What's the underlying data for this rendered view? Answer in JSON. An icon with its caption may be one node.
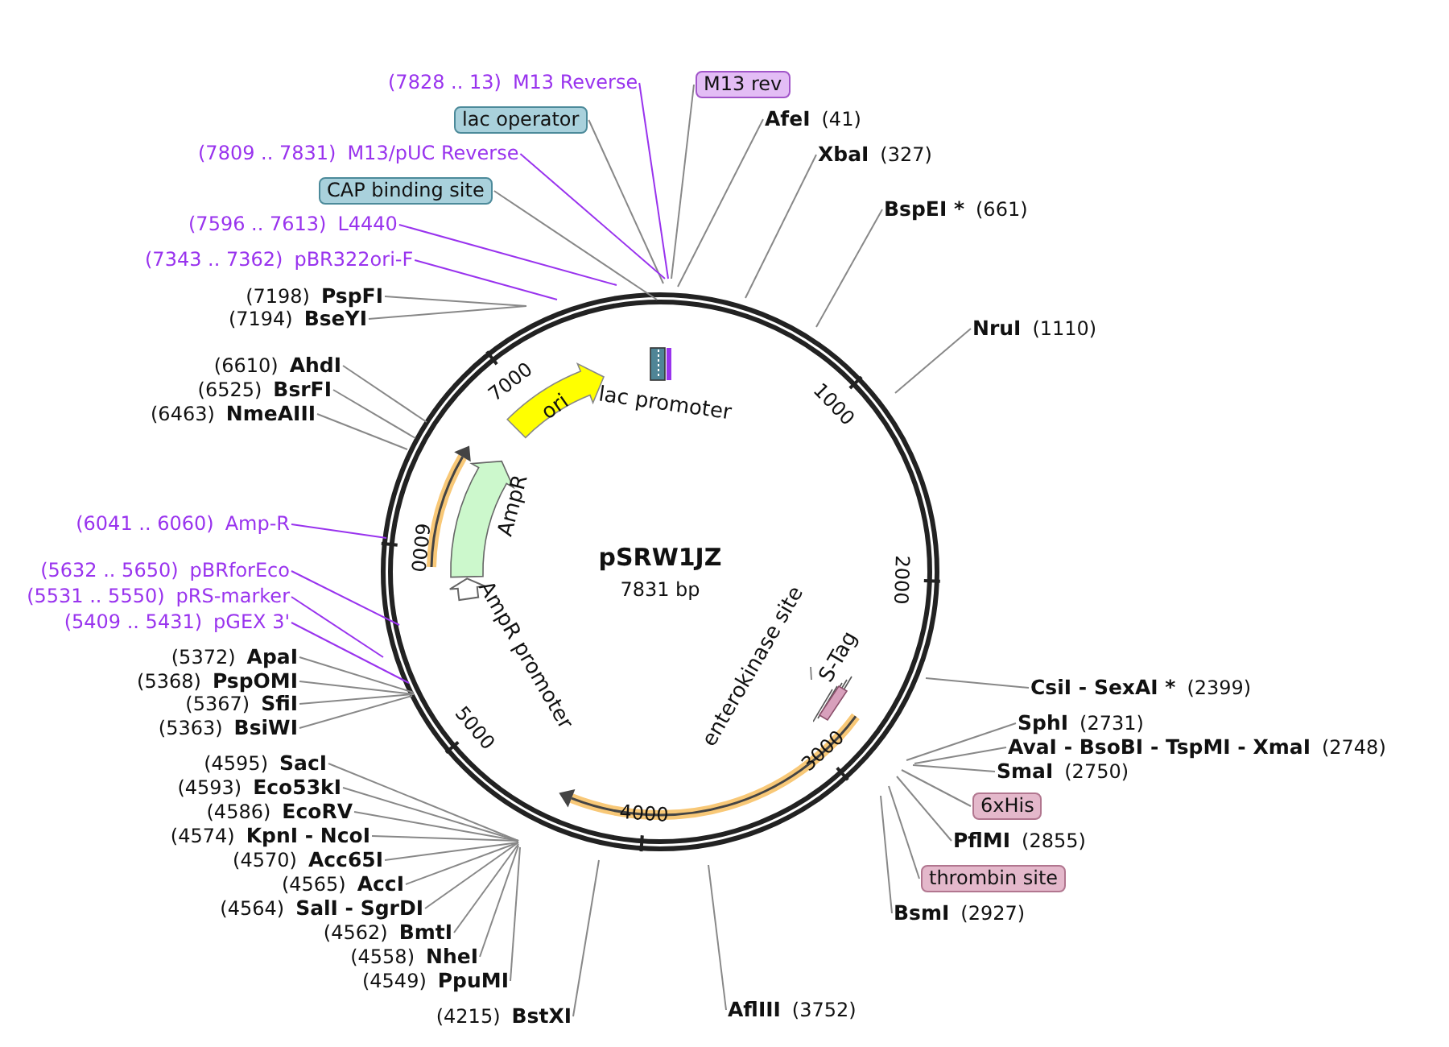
{
  "diagram": {
    "title": "pSRW1JZ",
    "nodes": [
      {
        "text": [
          "(7828 .. 13)",
          "M13 Reverse"
        ]
      },
      {
        "text": [
          "M13 rev"
        ]
      },
      {
        "text": [
          "lac operator"
        ]
      },
      {
        "text": [
          "AfeI",
          "(41)"
        ]
      },
      {
        "text": [
          "(7809 .. 7831)",
          "M13/pUC Reverse"
        ]
      },
      {
        "text": [
          "XbaI",
          "(327)"
        ]
      },
      {
        "text": [
          "CAP binding site"
        ]
      },
      {
        "text": [
          "BspEI *",
          "(661)"
        ]
      },
      {
        "text": [
          "(7596 .. 7613)",
          "L4440"
        ]
      },
      {
        "text": [
          "(7343 .. 7362)",
          "pBR322ori-F"
        ]
      },
      {
        "text": [
          "(7198)",
          "PspFI"
        ]
      },
      {
        "text": [
          "(7194)",
          "BseYI"
        ]
      },
      {
        "text": [
          "NruI",
          "(1110)"
        ]
      },
      {
        "text": [
          "(6610)",
          "AhdI"
        ]
      },
      {
        "text": [
          "(6525)",
          "BsrFI"
        ]
      },
      {
        "text": [
          "(6463)",
          "NmeAIII"
        ]
      },
      {
        "text": [
          "(6041 .. 6060)",
          "Amp-R"
        ]
      },
      {
        "text": [
          "(5632 .. 5650)",
          "pBRforEco"
        ]
      },
      {
        "text": [
          "(5531 .. 5550)",
          "pRS-marker"
        ]
      },
      {
        "text": [
          "(5409 .. 5431)",
          "pGEX 3'"
        ]
      },
      {
        "text": [
          "(5372)",
          "ApaI"
        ]
      },
      {
        "text": [
          "(5368)",
          "PspOMI"
        ]
      },
      {
        "text": [
          "(5367)",
          "SfiI"
        ]
      },
      {
        "text": [
          "(5363)",
          "BsiWI"
        ]
      },
      {
        "text": [
          "CsiI - SexAI *",
          "(2399)"
        ]
      },
      {
        "text": [
          "SphI",
          "(2731)"
        ]
      },
      {
        "text": [
          "AvaI - BsoBI - TspMI - XmaI",
          "(2748)"
        ]
      },
      {
        "text": [
          "SmaI",
          "(2750)"
        ]
      },
      {
        "text": [
          "6xHis"
        ]
      },
      {
        "text": [
          "PflMI",
          "(2855)"
        ]
      },
      {
        "text": [
          "thrombin site"
        ]
      },
      {
        "text": [
          "BsmI",
          "(2927)"
        ]
      },
      {
        "text": [
          "(4595)",
          "SacI"
        ]
      },
      {
        "text": [
          "(4593)",
          "Eco53kI"
        ]
      },
      {
        "text": [
          "(4586)",
          "EcoRV"
        ]
      },
      {
        "text": [
          "(4574)",
          "KpnI - NcoI"
        ]
      },
      {
        "text": [
          "(4570)",
          "Acc65I"
        ]
      },
      {
        "text": [
          "(4565)",
          "AccI"
        ]
      },
      {
        "text": [
          "(4564)",
          "SalI - SgrDI"
        ]
      },
      {
        "text": [
          "(4562)",
          "BmtI"
        ]
      },
      {
        "text": [
          "(4558)",
          "NheI"
        ]
      },
      {
        "text": [
          "(4549)",
          "PpuMI"
        ]
      },
      {
        "text": [
          "(4215)",
          "BstXI"
        ]
      },
      {
        "text": [
          "AflIII",
          "(3752)"
        ]
      },
      {
        "text": [
          "lac promoter"
        ]
      },
      {
        "text": [
          "ori"
        ]
      },
      {
        "text": [
          "AmpR"
        ]
      },
      {
        "text": [
          "AmpR promoter"
        ]
      },
      {
        "text": [
          "S-Tag"
        ]
      },
      {
        "text": [
          "enterokinase site"
        ]
      }
    ],
    "edges": [
      {
        "from": 0,
        "to": null,
        "arrow": "none",
        "color": "#9933ee"
      },
      {
        "from": 1,
        "to": null,
        "arrow": "none"
      },
      {
        "from": 2,
        "to": null,
        "arrow": "none"
      },
      {
        "from": 3,
        "to": null,
        "arrow": "none"
      },
      {
        "from": 4,
        "to": null,
        "arrow": "none",
        "color": "#9933ee"
      },
      {
        "from": 5,
        "to": null,
        "arrow": "none"
      },
      {
        "from": 6,
        "to": null,
        "arrow": "none"
      },
      {
        "from": 7,
        "to": null,
        "arrow": "none"
      },
      {
        "from": 8,
        "to": null,
        "arrow": "none",
        "color": "#9933ee"
      },
      {
        "from": 9,
        "to": null,
        "arrow": "none",
        "color": "#9933ee"
      },
      {
        "from": 10,
        "to": null,
        "arrow": "none"
      },
      {
        "from": 11,
        "to": null,
        "arrow": "none"
      },
      {
        "from": 12,
        "to": null,
        "arrow": "none"
      },
      {
        "from": 13,
        "to": null,
        "arrow": "none"
      },
      {
        "from": 14,
        "to": null,
        "arrow": "none"
      },
      {
        "from": 15,
        "to": null,
        "arrow": "none"
      },
      {
        "from": 16,
        "to": null,
        "arrow": "none",
        "color": "#9933ee"
      },
      {
        "from": 17,
        "to": null,
        "arrow": "none",
        "color": "#9933ee"
      },
      {
        "from": 18,
        "to": null,
        "arrow": "none",
        "color": "#9933ee"
      },
      {
        "from": 19,
        "to": null,
        "arrow": "none",
        "color": "#9933ee"
      },
      {
        "from": 20,
        "to": null,
        "arrow": "none"
      },
      {
        "from": 21,
        "to": null,
        "arrow": "none"
      },
      {
        "from": 22,
        "to": null,
        "arrow": "none"
      },
      {
        "from": 23,
        "to": null,
        "arrow": "none"
      },
      {
        "from": 24,
        "to": null,
        "arrow": "none"
      },
      {
        "from": 25,
        "to": null,
        "arrow": "none"
      },
      {
        "from": 26,
        "to": null,
        "arrow": "none"
      },
      {
        "from": 27,
        "to": null,
        "arrow": "none"
      },
      {
        "from": 28,
        "to": null,
        "arrow": "none"
      },
      {
        "from": 29,
        "to": null,
        "arrow": "none"
      },
      {
        "from": 30,
        "to": null,
        "arrow": "none"
      },
      {
        "from": 31,
        "to": null,
        "arrow": "none"
      },
      {
        "from": 32,
        "to": null,
        "arrow": "none"
      },
      {
        "from": 33,
        "to": null,
        "arrow": "none"
      },
      {
        "from": 34,
        "to": null,
        "arrow": "none"
      },
      {
        "from": 35,
        "to": null,
        "arrow": "none"
      },
      {
        "from": 36,
        "to": null,
        "arrow": "none"
      },
      {
        "from": 37,
        "to": null,
        "arrow": "none"
      },
      {
        "from": 38,
        "to": null,
        "arrow": "none"
      },
      {
        "from": 39,
        "to": null,
        "arrow": "none"
      },
      {
        "from": 40,
        "to": null,
        "arrow": "none"
      },
      {
        "from": 41,
        "to": null,
        "arrow": "none"
      },
      {
        "from": 42,
        "to": null,
        "arrow": "none"
      },
      {
        "from": 43,
        "to": null,
        "arrow": "none"
      },
      {
        "from": 49,
        "to": 48,
        "arrow": "none"
      }
    ],
    "labels": [
      "7831 bp",
      "1000",
      "2000",
      "3000",
      "4000",
      "5000",
      "6000",
      "7000"
    ]
  }
}
